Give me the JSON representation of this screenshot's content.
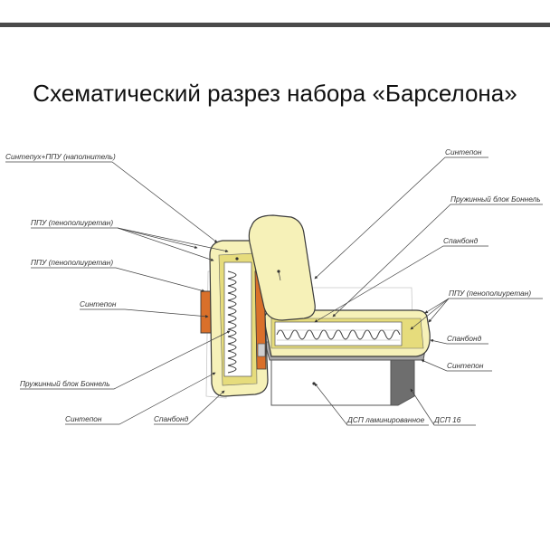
{
  "title": "Схематический разрез набора «Барселона»",
  "labels": {
    "sintepukh_ppu": "Синтепух+ППУ (наполнитель)",
    "ppu_top": "ППУ (пенополиуретан)",
    "ppu_mid": "ППУ (пенополиуретан)",
    "sintepon_left": "Синтепон",
    "spring_left": "Пружинный блок Боннель",
    "sintepon_bottom": "Синтепон",
    "spanbond_bottom": "Спанбонд",
    "sintepon_right_top": "Синтепон",
    "spring_right": "Пружинный блок Боннель",
    "spanbond_right_top": "Спанбонд",
    "ppu_right": "ППУ (пенополиуретан)",
    "spanbond_right_mid": "Спанбонд",
    "sintepon_right_low": "Синтепон",
    "dsp_laminated": "ДСП ламинированное",
    "dsp16": "ДСП 16"
  },
  "colors": {
    "cushion": "#f6f1b8",
    "foam": "#e6dc7c",
    "wood_orange": "#d9702a",
    "frame_gray": "#bdbdbd",
    "base_gray": "#a9a9a9",
    "outline": "#3a3a3a",
    "top_bar": "#4a4a4a"
  }
}
